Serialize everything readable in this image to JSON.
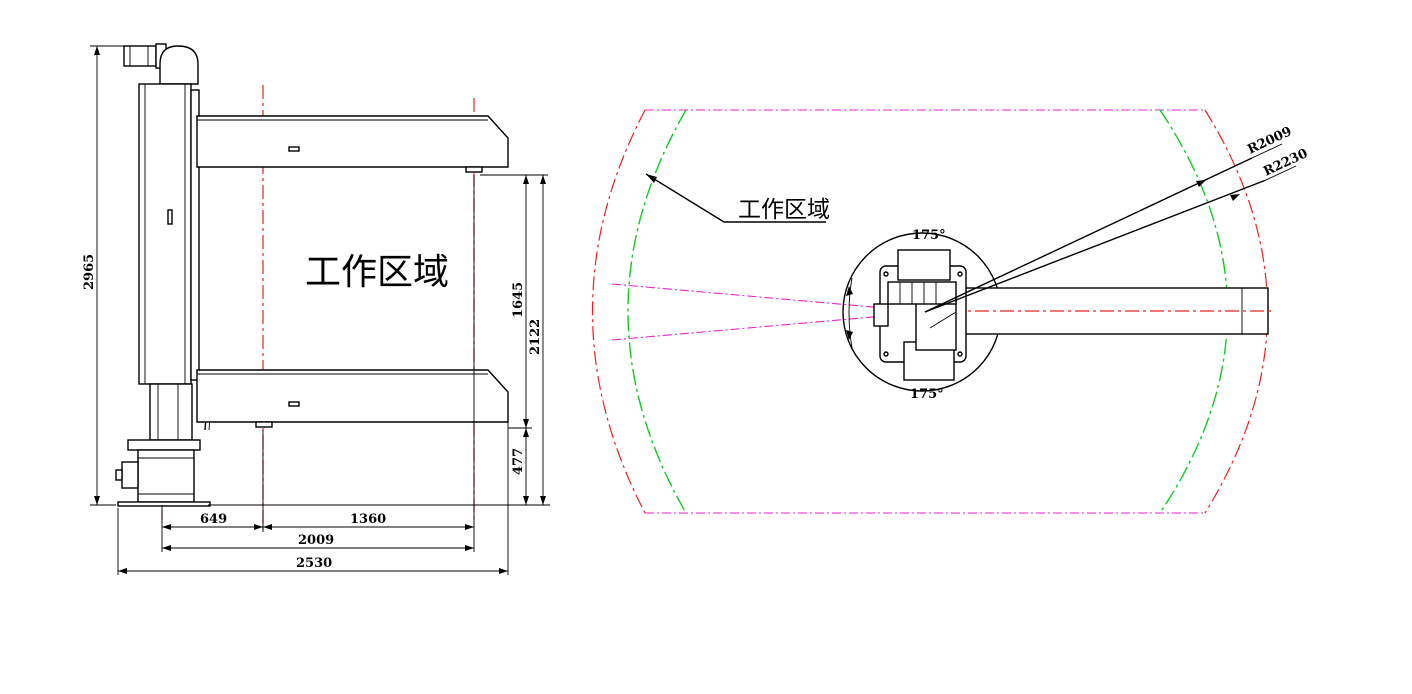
{
  "side_view": {
    "area_label": "工作区域",
    "dims": {
      "total_height": "2965",
      "upper_span": "1645",
      "lower_span": "2122",
      "base_height": "477",
      "base_offset": "649",
      "reach_inner": "1360",
      "reach_total": "2009",
      "overall_width": "2530"
    }
  },
  "top_view": {
    "area_label": "工作区域",
    "radius_inner": "R2009",
    "radius_outer": "R2230",
    "angle_top": "175°",
    "angle_bottom": "175°"
  },
  "colors": {
    "outline": "#000000",
    "reach_outer": "#ee2222",
    "reach_inner": "#11cc22",
    "work_boundary": "#ee22cc"
  }
}
